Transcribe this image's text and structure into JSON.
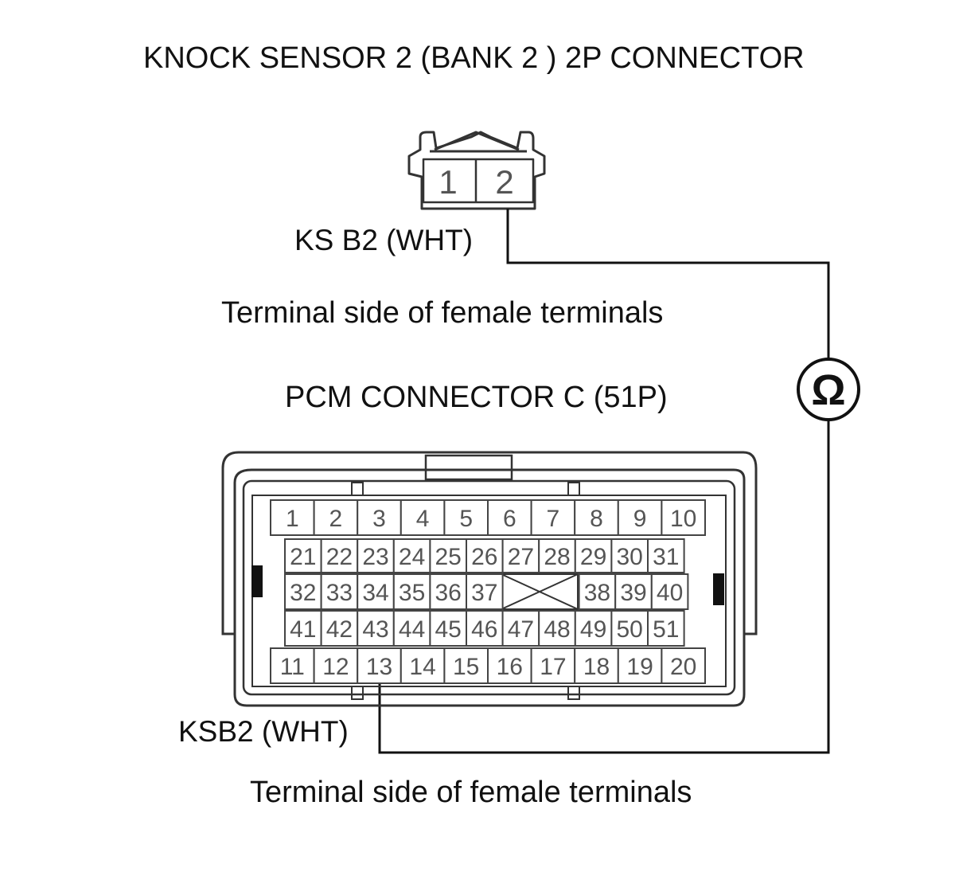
{
  "title": "KNOCK SENSOR 2 (BANK 2 ) 2P CONNECTOR",
  "ks_connector": {
    "terminals": [
      "1",
      "2"
    ],
    "wire_label": "KS B2 (WHT)",
    "side_note": "Terminal side of female terminals"
  },
  "pcm_connector": {
    "title": "PCM CONNECTOR C (51P)",
    "rows": [
      [
        "1",
        "2",
        "3",
        "4",
        "5",
        "6",
        "7",
        "8",
        "9",
        "10"
      ],
      [
        "21",
        "22",
        "23",
        "24",
        "25",
        "26",
        "27",
        "28",
        "29",
        "30",
        "31"
      ],
      [
        "32",
        "33",
        "34",
        "35",
        "36",
        "37",
        "38",
        "39",
        "40"
      ],
      [
        "41",
        "42",
        "43",
        "44",
        "45",
        "46",
        "47",
        "48",
        "49",
        "50",
        "51"
      ],
      [
        "11",
        "12",
        "13",
        "14",
        "15",
        "16",
        "17",
        "18",
        "19",
        "20"
      ]
    ],
    "wire_label": "KSB2 (WHT)",
    "side_note": "Terminal side of female terminals"
  },
  "meter": {
    "symbol": "Ω"
  },
  "colors": {
    "line": "#111111",
    "cell_text": "#555555",
    "housing": "#333333"
  }
}
